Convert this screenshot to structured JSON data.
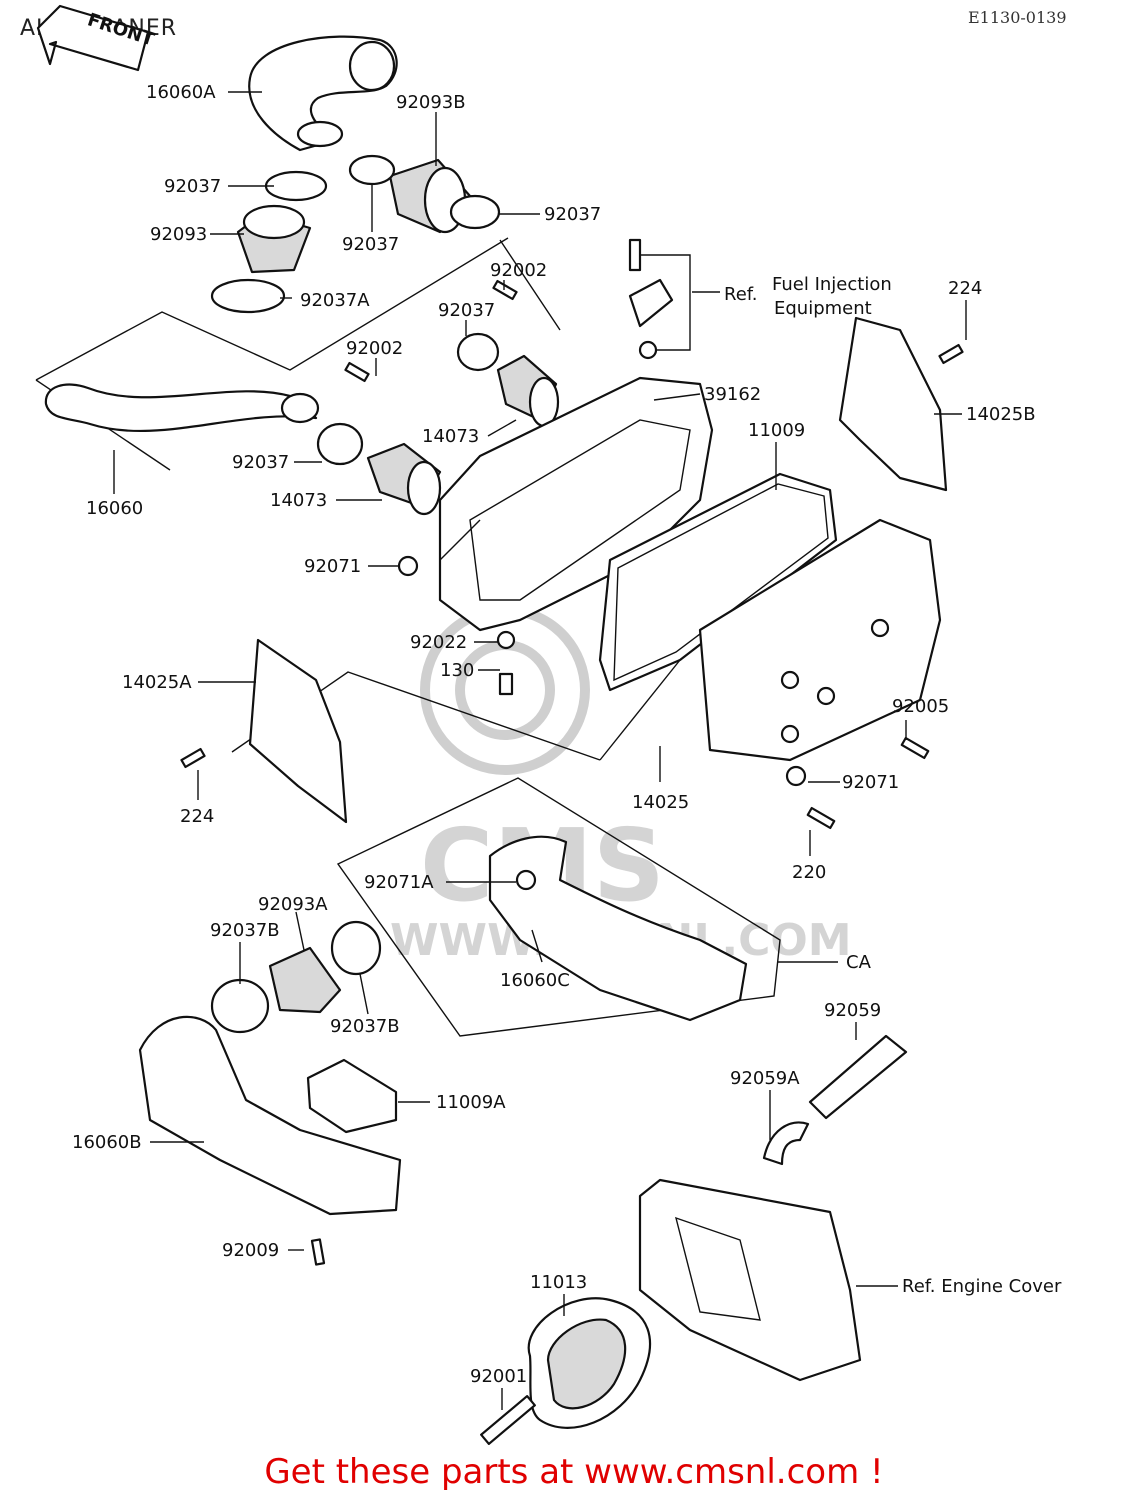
{
  "header": {
    "title": "AIR CLEANER",
    "diagram_code": "E1130-0139",
    "front_arrow": "FRONT"
  },
  "footer": {
    "text": "Get these parts at www.cmsnl.com !"
  },
  "watermark": {
    "brand": "CMS",
    "url": "WWW.CMSNL.COM"
  },
  "labels": {
    "p16060A": "16060A",
    "p92093B": "92093B",
    "p92037_a": "92037",
    "p92037_b": "92037",
    "p92037_c": "92037",
    "p92093": "92093",
    "p92037A": "92037A",
    "p92002_a": "92002",
    "p92037_d": "92037",
    "p92002_b": "92002",
    "p14073_a": "14073",
    "p39162": "39162",
    "p92037_e": "92037",
    "p14073_b": "14073",
    "p16060": "16060",
    "p11009": "11009",
    "p224_a": "224",
    "p14025B": "14025B",
    "p92071_a": "92071",
    "p92022": "92022",
    "p130": "130",
    "p14025A": "14025A",
    "p224_b": "224",
    "p92005": "92005",
    "p14025": "14025",
    "p92071_b": "92071",
    "p220": "220",
    "p92071A": "92071A",
    "p92093A": "92093A",
    "p92037B_a": "92037B",
    "p16060C": "16060C",
    "pCA": "CA",
    "p92037B_b": "92037B",
    "p92059": "92059",
    "p92059A": "92059A",
    "p11009A": "11009A",
    "p16060B": "16060B",
    "p92009": "92009",
    "p11013": "11013",
    "p92001": "92001"
  },
  "references": {
    "ref_word": "Ref.",
    "fuel_line1": "Fuel Injection",
    "fuel_line2": "Equipment",
    "engine_cover": "Ref. Engine Cover"
  }
}
